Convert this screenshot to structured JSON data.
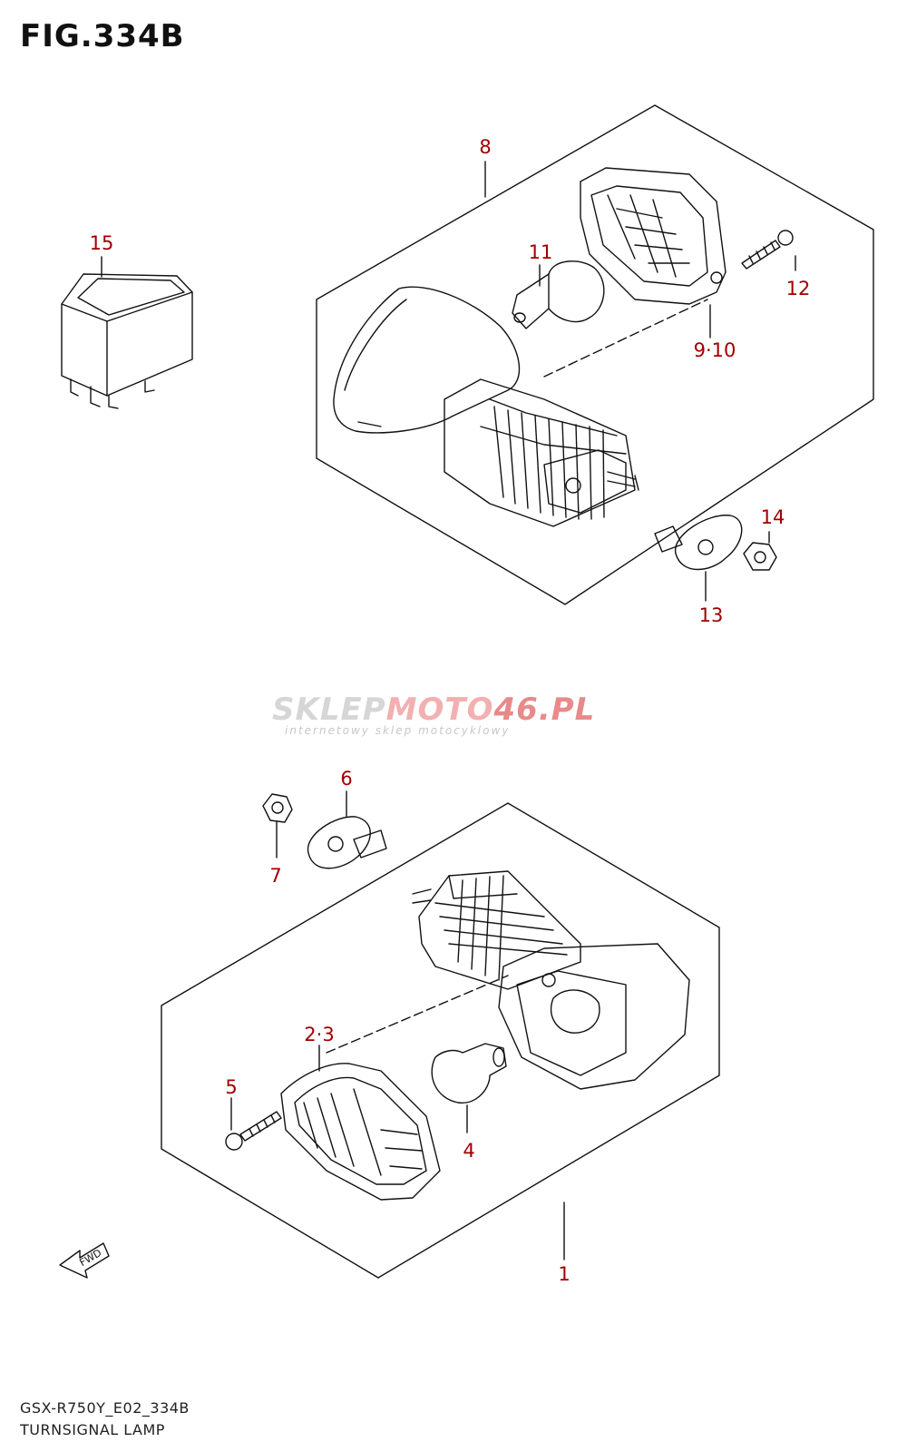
{
  "figure_title": "FIG.334B",
  "diagram_code": "GSX-R750Y_E02_334B",
  "diagram_name": "TURNSIGNAL LAMP",
  "forward_label": "FWD",
  "watermark": {
    "brand_left": "SKLEP",
    "brand_mid": "MOTO",
    "brand_right": "46.PL",
    "tagline": "internetowy sklep motocyklowy"
  },
  "callouts": {
    "c1": "1",
    "c23": "2·3",
    "c4": "4",
    "c5": "5",
    "c6": "6",
    "c7": "7",
    "c8": "8",
    "c910": "9·10",
    "c11": "11",
    "c12": "12",
    "c13": "13",
    "c14": "14",
    "c15": "15"
  },
  "colors": {
    "line": "#111111",
    "callout": "#a00000"
  }
}
